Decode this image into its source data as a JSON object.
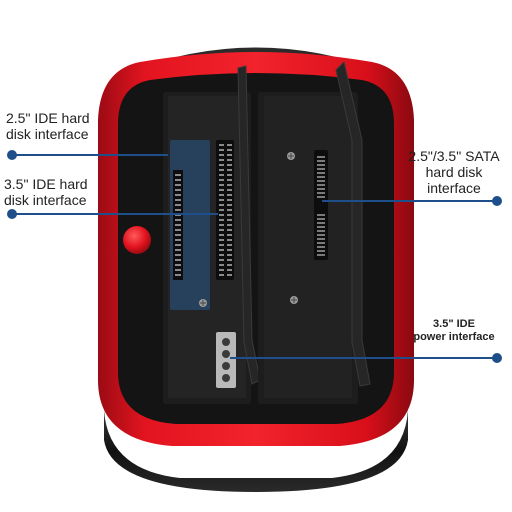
{
  "callouts": {
    "ide_25": {
      "line1": "2.5\" IDE hard",
      "line2": "disk interface"
    },
    "ide_35": {
      "line1": "3.5\" IDE hard",
      "line2": "disk interface"
    },
    "sata": {
      "line1": "2.5\"/3.5\" SATA",
      "line2": "hard disk",
      "line3": "interface"
    },
    "power": {
      "line1": "3.5\" IDE",
      "line2": "power interface"
    }
  },
  "colors": {
    "shell_red": "#d8101c",
    "shell_dark_red": "#8e0a12",
    "body_black": "#141414",
    "slot_black": "#1d1d1d",
    "ide_board_blue": "#27415c",
    "leader_blue": "#1f4f8a",
    "power_button": "#e0121e",
    "metal": "#b9b9b9"
  },
  "icons": [
    "power-button-icon",
    "screw-icon",
    "leader-dot-icon"
  ]
}
